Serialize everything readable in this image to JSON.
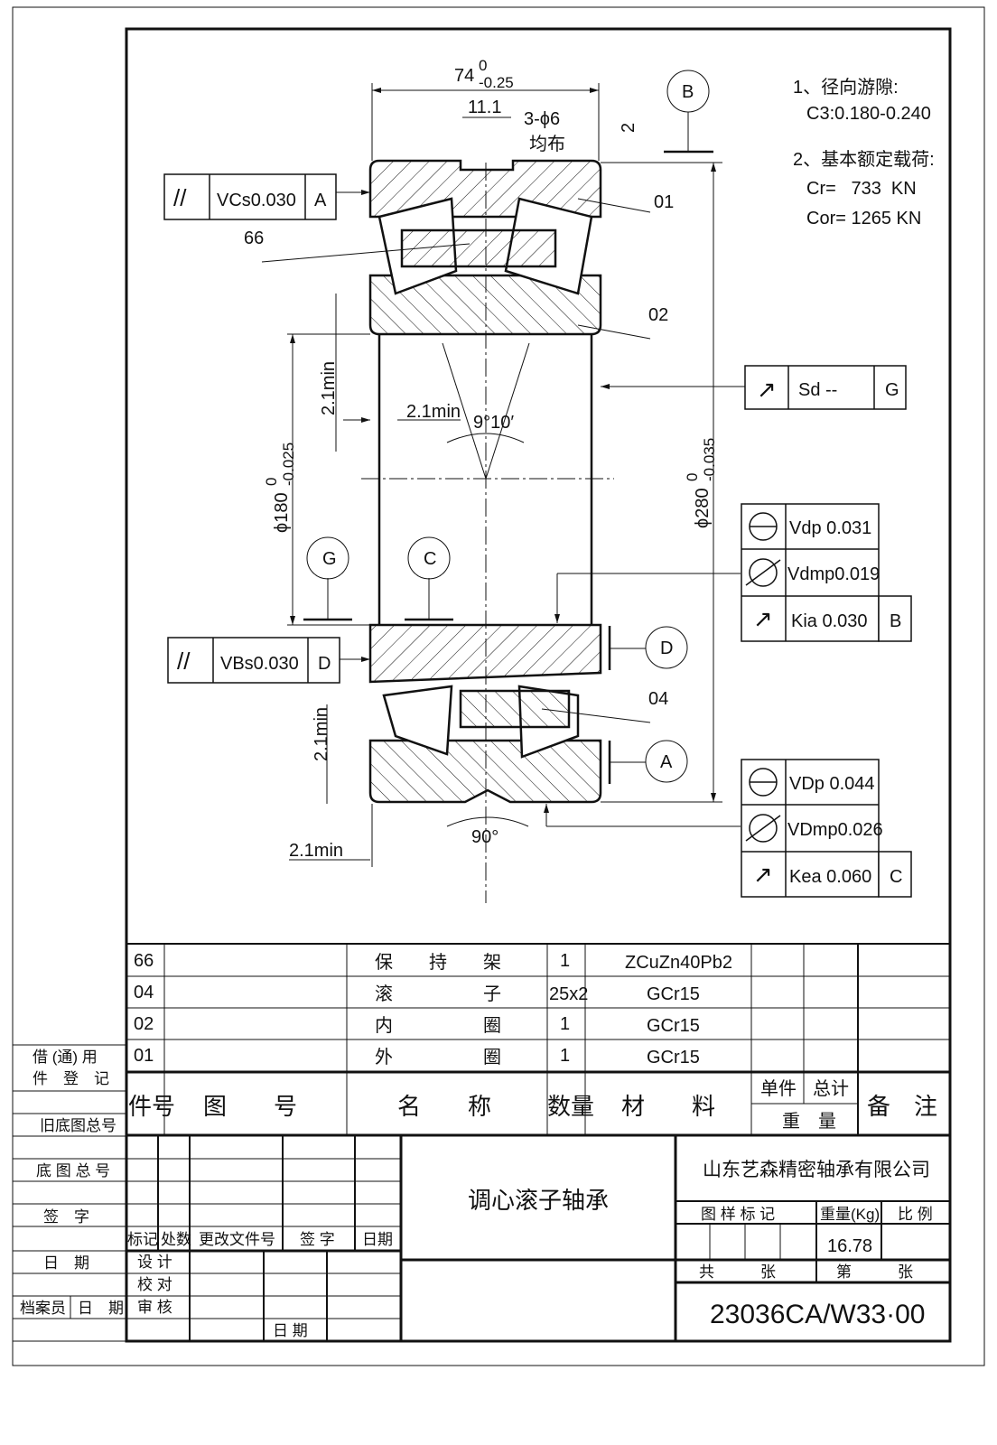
{
  "notes": {
    "n1_title": "1、径向游隙:",
    "n1_value": "C3:0.180-0.240",
    "n2_title": "2、基本额定载荷:",
    "cr": "Cr=   733  KN",
    "cor": "Cor= 1265 KN"
  },
  "dimensions": {
    "width": "74",
    "width_tol_upper": "0",
    "width_tol_lower": "-0.25",
    "groove": "11.1",
    "holes": "3-ϕ6",
    "holes_note": "均布",
    "groove_depth": "2",
    "bore": "ϕ180",
    "bore_tol_upper": "0",
    "bore_tol_lower": "-0.025",
    "od": "ϕ280",
    "od_tol_upper": "0",
    "od_tol_lower": "-0.035",
    "chamfer_1": "2.1min",
    "chamfer_2": "2.1min",
    "chamfer_3": "2.1min",
    "chamfer_4": "2.1min",
    "angle": "9°10′",
    "groove_angle": "90°"
  },
  "datums": {
    "a": "A",
    "b": "B",
    "c": "C",
    "d": "D",
    "g": "G"
  },
  "tolerance_frames": {
    "vcs": {
      "symbol": "//",
      "value": "VCs0.030",
      "datum": "A"
    },
    "vbs": {
      "symbol": "//",
      "value": "VBs0.030",
      "datum": "D"
    },
    "sd": {
      "symbol": "↗",
      "value": "Sd --",
      "datum": "G"
    },
    "vdp": "Vdp 0.031",
    "vdmp": "Vdmp0.019",
    "kia": {
      "value": "Kia 0.030",
      "datum": "B"
    },
    "vdp_outer": "VDp 0.044",
    "vdmp_outer": "VDmp0.026",
    "kea": {
      "value": "Kea 0.060",
      "datum": "C"
    }
  },
  "part_labels": {
    "p01": "01",
    "p02": "02",
    "p04": "04",
    "p66": "66"
  },
  "parts_table": {
    "rows": [
      {
        "no": "66",
        "drawing": "",
        "name": "保　　持　　架",
        "qty": "1",
        "material": "ZCuZn40Pb2"
      },
      {
        "no": "04",
        "drawing": "",
        "name": "滚　　　　　子",
        "qty": "25x2",
        "material": "GCr15"
      },
      {
        "no": "02",
        "drawing": "",
        "name": "内　　　　　圈",
        "qty": "1",
        "material": "GCr15"
      },
      {
        "no": "01",
        "drawing": "",
        "name": "外　　　　　圈",
        "qty": "1",
        "material": "GCr15"
      }
    ],
    "headers": {
      "no": "件号",
      "drawing": "图　　号",
      "name": "名　　称",
      "qty": "数量",
      "material": "材　　料",
      "unit": "单件",
      "total": "总计",
      "weight": "重　量",
      "remark": "备　注"
    }
  },
  "side_register": {
    "borrow1": "借 (通) 用",
    "borrow2": "件　登　记",
    "old_no": "旧底图总号",
    "base_no": "底 图 总 号",
    "sign": "签　字",
    "date": "日　期",
    "archivist": "档案员",
    "archivist_date": "日　期"
  },
  "title_block": {
    "mark": "标记",
    "count": "处数",
    "change_doc": "更改文件号",
    "sign": "签 字",
    "date": "日期",
    "design": "设 计",
    "check": "校 对",
    "review": "审 核",
    "date2": "日 期",
    "product_name": "调心滚子轴承",
    "company": "山东艺森精密轴承有限公司",
    "sample_mark": "图 样 标 记",
    "weight_label": "重量(Kg)",
    "scale_label": "比 例",
    "weight": "16.78",
    "total_sheets": "共　　　张",
    "sheet_no": "第　　　张",
    "drawing_no": "23036CA/W33·00"
  }
}
